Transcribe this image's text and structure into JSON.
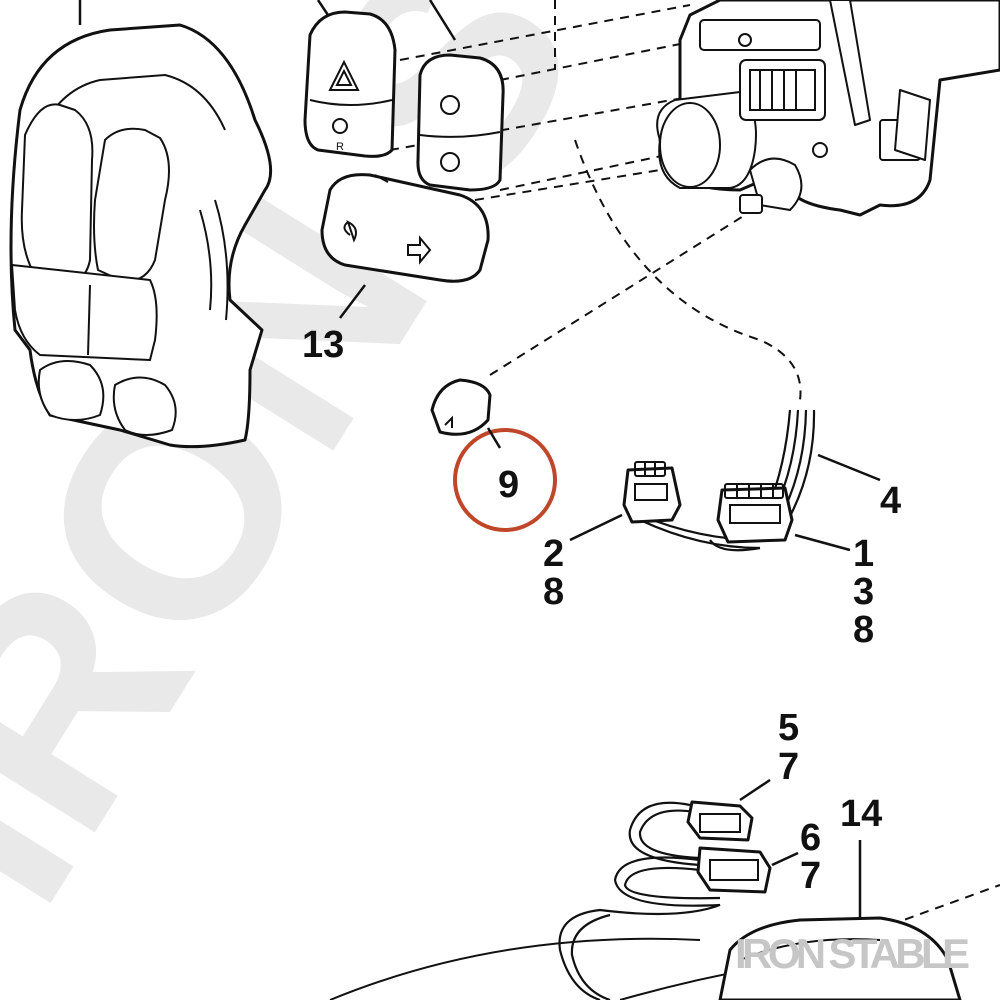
{
  "diagram": {
    "watermark_text": "IRON STA",
    "brand_text": "IRON STABLE",
    "highlight_color": "#C0462A",
    "callouts": {
      "c13": "13",
      "c9": "9",
      "c4": "4",
      "c2": "2",
      "c8a": "8",
      "c1": "1",
      "c3": "3",
      "c8b": "8",
      "c5": "5",
      "c7a": "7",
      "c6": "6",
      "c7b": "7",
      "c14": "14"
    },
    "button_glyphs": {
      "hazard_sub": "R"
    }
  }
}
